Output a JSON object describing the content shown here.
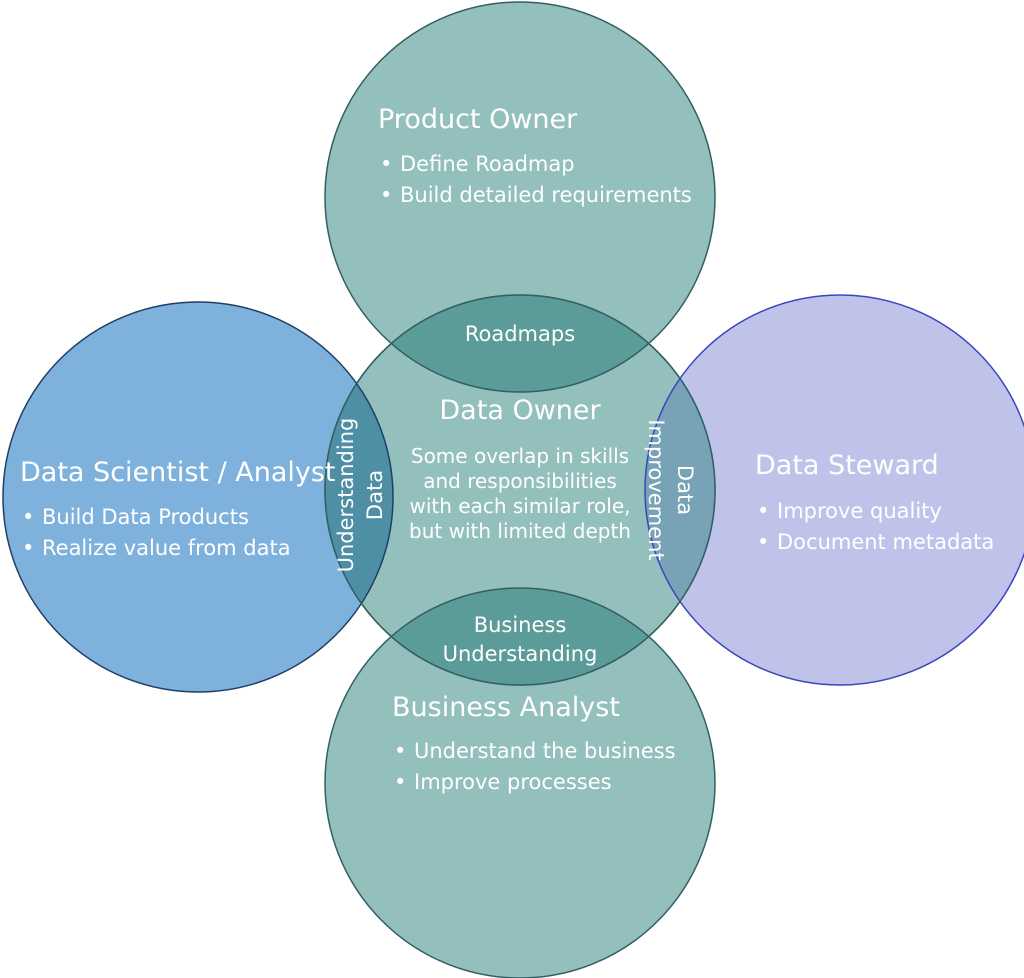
{
  "colors": {
    "teal_circle": "#93bfbd",
    "teal_stroke": "#315f63",
    "blue_circle": "#7fb1dd",
    "blue_stroke": "#1f3f66",
    "purple_circle": "#bfc3ea",
    "purple_stroke": "#3b45bf",
    "overlap_dark": "#5c9c98",
    "overlap_blue": "#4f8fa6",
    "overlap_purple": "#78a2b6"
  },
  "product_owner": {
    "title": "Product Owner",
    "bullets": [
      "Define Roadmap",
      "Build detailed requirements"
    ]
  },
  "data_scientist": {
    "title": "Data Scientist / Analyst",
    "bullets": [
      "Build Data Products",
      "Realize value from data"
    ]
  },
  "data_steward": {
    "title": "Data Steward",
    "bullets": [
      "Improve quality",
      "Document metadata"
    ]
  },
  "business_analyst": {
    "title": "Business Analyst",
    "bullets": [
      "Understand the business",
      "Improve processes"
    ]
  },
  "data_owner": {
    "title": "Data Owner",
    "description": [
      "Some overlap in skills",
      "and responsibilities",
      "with each similar role,",
      "but with limited depth"
    ]
  },
  "overlaps": {
    "top": "Roadmaps",
    "left": [
      "Data",
      "Understanding"
    ],
    "right": [
      "Data",
      "Improvement"
    ],
    "bottom": [
      "Business",
      "Understanding"
    ]
  }
}
